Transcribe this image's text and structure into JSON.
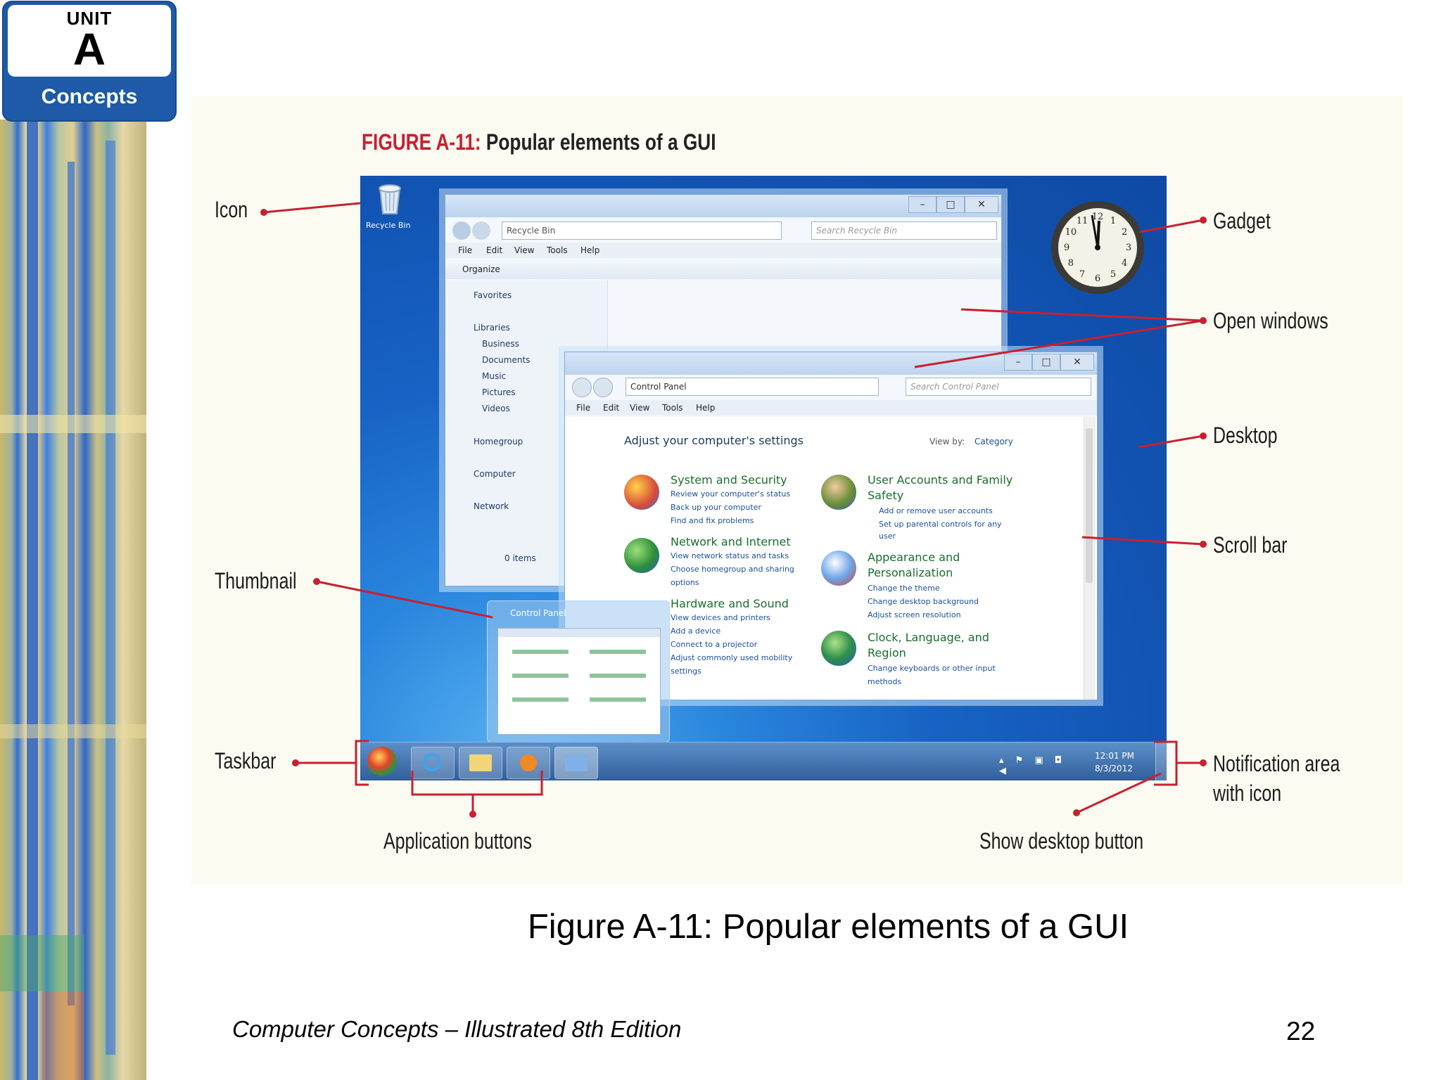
{
  "badge": {
    "unit": "UNIT",
    "letter": "A",
    "label": "Concepts"
  },
  "figure": {
    "number": "FIGURE A-11:",
    "title": " Popular elements of a GUI",
    "callouts": {
      "icon": "Icon",
      "gadget": "Gadget",
      "open_windows": "Open windows",
      "desktop": "Desktop",
      "scroll_bar": "Scroll bar",
      "thumbnail": "Thumbnail",
      "taskbar": "Taskbar",
      "application_buttons": "Application buttons",
      "notification_line1": "Notification area",
      "notification_line2": "with icon",
      "show_desktop": "Show desktop button"
    },
    "screenshot": {
      "recycle_label": "Recycle Bin",
      "explorer": {
        "address": "Recycle Bin",
        "search": "Search Recycle Bin",
        "menu": [
          "File",
          "Edit",
          "View",
          "Tools",
          "Help"
        ],
        "organize": "Organize",
        "nav": [
          "Favorites",
          "Libraries",
          "Business",
          "Documents",
          "Music",
          "Pictures",
          "Videos",
          "Homegroup",
          "Computer",
          "Network"
        ],
        "items": "0 items"
      },
      "control_panel": {
        "address": "Control Panel",
        "search": "Search Control Panel",
        "menu": [
          "File",
          "Edit",
          "View",
          "Tools",
          "Help"
        ],
        "heading": "Adjust your computer's settings",
        "view_by": "View by:",
        "view_value": "Category",
        "cat1": {
          "title": "System and Security",
          "subs": [
            "Review your computer's status",
            "Back up your computer",
            "Find and fix problems"
          ]
        },
        "cat2": {
          "title": "Network and Internet",
          "subs": [
            "View network status and tasks",
            "Choose homegroup and sharing",
            "options"
          ]
        },
        "cat3": {
          "title": "Hardware and Sound",
          "subs": [
            "View devices and printers",
            "Add a device",
            "Connect to a projector",
            "Adjust commonly used mobility",
            "settings"
          ]
        },
        "cat4": {
          "title": "User Accounts and Family",
          "title2": "Safety",
          "subs": [
            "Add or remove user accounts",
            "Set up parental controls for any",
            "user"
          ]
        },
        "cat5": {
          "title": "Appearance and",
          "title2": "Personalization",
          "subs": [
            "Change the theme",
            "Change desktop background",
            "Adjust screen resolution"
          ]
        },
        "cat6": {
          "title": "Clock, Language, and",
          "title2": "Region",
          "subs": [
            "Change keyboards or other input",
            "methods"
          ]
        }
      },
      "thumbnail_title": "Control Panel",
      "clock_numbers": [
        "12",
        "1",
        "2",
        "3",
        "4",
        "5",
        "6",
        "7",
        "8",
        "9",
        "10",
        "11"
      ],
      "tray_time": "12:01 PM",
      "tray_date": "8/3/2012"
    }
  },
  "caption": "Figure A-11: Popular elements of a GUI",
  "footer": "Computer Concepts – Illustrated 8th Edition",
  "page_number": "22",
  "colors": {
    "callout_red": "#c8202f",
    "badge_blue": "#1e5aa8",
    "desktop_blue": "#1763c4"
  }
}
